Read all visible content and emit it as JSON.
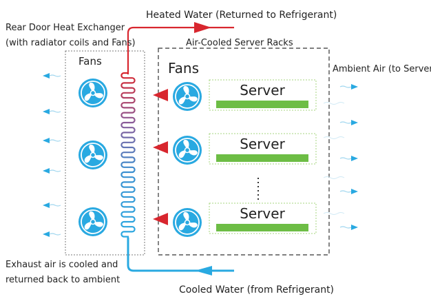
{
  "labels": {
    "heated_water": "Heated Water (Returned to Refrigerant)",
    "rear_door_line1": "Rear Door Heat Exchanger",
    "rear_door_line2": "(with radiator coils and Fans)",
    "air_cooled_racks": "Air-Cooled Server Racks",
    "fans_exchanger": "Fans",
    "fans_rack": "Fans",
    "ambient_air": "Ambient Air (to Servers)",
    "exhaust_line1": "Exhaust air is cooled and",
    "exhaust_line2": "returned back to ambient",
    "cooled_water": "Cooled Water (from Refrigerant)"
  },
  "servers": [
    {
      "label": "Server"
    },
    {
      "label": "Server"
    },
    {
      "label": "Server"
    }
  ],
  "colors": {
    "hot_water": "#d8262e",
    "cold_water": "#29a9e1",
    "server_bar": "#6dbd45",
    "server_border": "#a6d47e",
    "fan": "#29a9e1",
    "border": "#333333",
    "text": "#222222"
  }
}
